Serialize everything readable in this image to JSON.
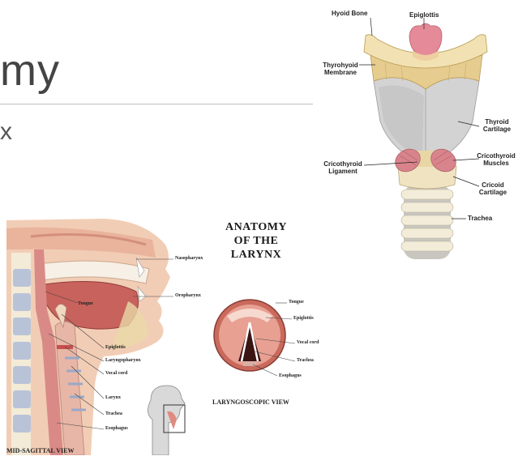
{
  "slide": {
    "title": "my",
    "subtitle": "x"
  },
  "larynx_diagram": {
    "labels": {
      "hyoid_bone": "Hyoid Bone",
      "epiglottis": "Epiglottis",
      "thyrohyoid_1": "Thyrohyoid",
      "thyrohyoid_2": "Membrane",
      "thyroid_1": "Thyroid",
      "thyroid_2": "Cartilage",
      "cricothyroid_m_1": "Cricothyroid",
      "cricothyroid_m_2": "Muscles",
      "cricothyroid_l_1": "Cricothyroid",
      "cricothyroid_l_2": "Ligament",
      "cricoid_1": "Cricoid",
      "cricoid_2": "Cartilage",
      "trachea": "Trachea"
    }
  },
  "anatomy_poster": {
    "title_line1": "ANATOMY",
    "title_line2": "OF THE LARYNX",
    "sagittal_labels": {
      "nasopharynx": "Nasopharynx",
      "oropharynx": "Oropharynx",
      "tongue": "Tongue",
      "epiglottis": "Epiglottis",
      "laryngopharynx": "Laryngopharynx",
      "vocal_cord": "Vocal cord",
      "larynx": "Larynx",
      "trachea": "Trachea",
      "esophagus": "Esophagus"
    },
    "scope_labels": {
      "tongue": "Tongue",
      "epiglottis": "Epiglottis",
      "vocal_cord": "Vocal cord",
      "trachea": "Trachea",
      "esophagus": "Esophagus"
    },
    "laryngoscopic_view": "LARYNGOSCOPIC VIEW",
    "mid_sagittal_view": "MID-SAGITTAL VIEW"
  }
}
